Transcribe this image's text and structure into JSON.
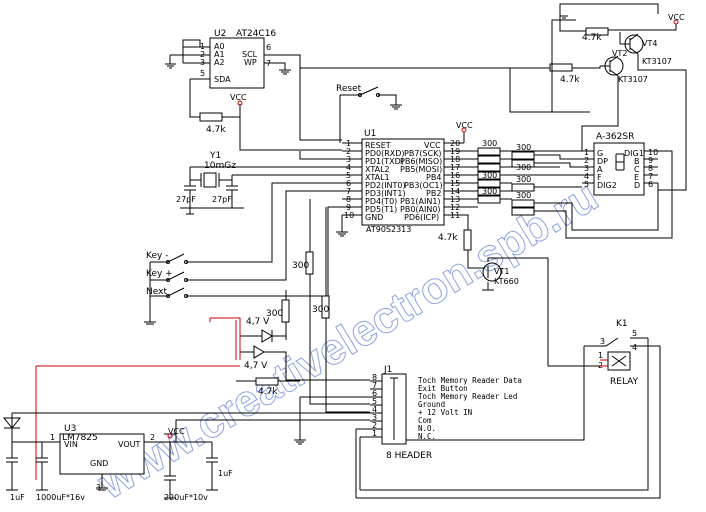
{
  "watermark": "www.creativelectron.spb.ru",
  "u2": {
    "ref": "U2",
    "part": "AT24C16",
    "pins_left": [
      "A0",
      "A1",
      "A2",
      "SDA"
    ],
    "pins_right": [
      "SCL",
      "WP"
    ],
    "pin_nums": [
      "1",
      "2",
      "3",
      "5",
      "6",
      "7"
    ]
  },
  "u1": {
    "ref": "U1",
    "part": "AT90S2313",
    "left_pins": [
      {
        "num": "1",
        "name": "RESET"
      },
      {
        "num": "2",
        "name": "PD0(RXD)"
      },
      {
        "num": "3",
        "name": "PD1(TXD)"
      },
      {
        "num": "4",
        "name": "XTAL2"
      },
      {
        "num": "5",
        "name": "XTAL1"
      },
      {
        "num": "6",
        "name": "PD2(INT0)"
      },
      {
        "num": "7",
        "name": "PD3(INT1)"
      },
      {
        "num": "8",
        "name": "PD4(T0)"
      },
      {
        "num": "9",
        "name": "PD5(T1)"
      },
      {
        "num": "10",
        "name": "GND"
      }
    ],
    "right_pins": [
      {
        "num": "20",
        "name": "VCC"
      },
      {
        "num": "19",
        "name": "PB7(SCK)"
      },
      {
        "num": "18",
        "name": "PB6(MISO)"
      },
      {
        "num": "17",
        "name": "PB5(MOSI)"
      },
      {
        "num": "16",
        "name": "PB4"
      },
      {
        "num": "15",
        "name": "PB3(OC1)"
      },
      {
        "num": "14",
        "name": "PB2"
      },
      {
        "num": "13",
        "name": "PB1(AIN1)"
      },
      {
        "num": "12",
        "name": "PB0(AIN0)"
      },
      {
        "num": "11",
        "name": "PD6(ICP)"
      }
    ]
  },
  "display": {
    "part": "A-362SR",
    "left": [
      "G",
      "DP",
      "A",
      "F",
      "DIG2"
    ],
    "right": [
      "DIG1",
      "B",
      "C",
      "E",
      "D"
    ],
    "left_nums": [
      "1",
      "2",
      "3",
      "4",
      "5"
    ],
    "right_nums": [
      "10",
      "9",
      "8",
      "7",
      "6"
    ]
  },
  "crystal": {
    "ref": "Y1",
    "value": "10mGz",
    "cap1": "27pF",
    "cap2": "27pF"
  },
  "resistors": {
    "r300": "300",
    "r4k7": "4.7k"
  },
  "vcc": "VCC",
  "reset_label": "Reset",
  "keys": [
    "Key -",
    "Key +",
    "Next"
  ],
  "leds": {
    "value": "4,7 V"
  },
  "transistors": {
    "vt1": "VT1",
    "vt1_part": "KT660",
    "vt2": "VT2",
    "vt2_part": "KT3107",
    "vt4": "VT4",
    "vt4_part": "KT3107"
  },
  "relay": {
    "ref": "K1",
    "label": "RELAY",
    "pins": [
      "3",
      "5",
      "1",
      "4",
      "2"
    ]
  },
  "regulator": {
    "ref": "U3",
    "part": "LM7825",
    "vin": "VIN",
    "vout": "VOUT",
    "gnd": "GND",
    "pins": [
      "1",
      "2",
      "3"
    ]
  },
  "caps": {
    "c1": "1uF",
    "c2": "1000uF*16v",
    "c3": "220uF*10v",
    "c4": "1uF"
  },
  "header": {
    "ref": "J1",
    "label": "8 HEADER",
    "pins": [
      "8",
      "7",
      "6",
      "5",
      "4",
      "3",
      "2",
      "1"
    ],
    "descriptions": [
      "Toch Memory Reader Data",
      "Exit Button",
      "Toch Memory Reader Led",
      "Ground",
      "+ 12 Volt IN",
      "Com",
      "N.O.",
      "N.C."
    ]
  }
}
